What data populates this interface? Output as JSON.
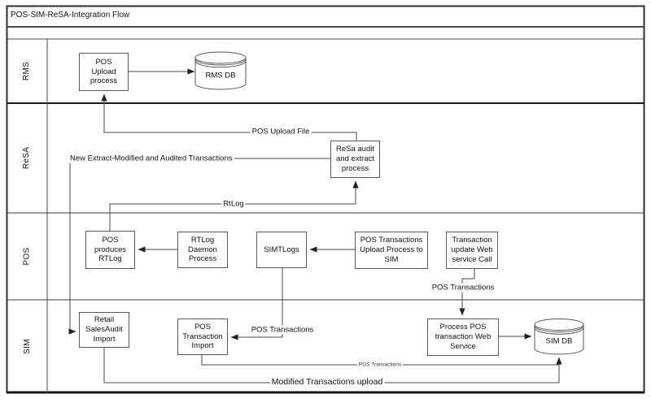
{
  "title": "POS-SIM-ReSA-Integration Flow",
  "lanes": [
    {
      "label": "RMS"
    },
    {
      "label": "ReSA"
    },
    {
      "label": "POS"
    },
    {
      "label": "SIM"
    }
  ],
  "nodes": {
    "pos_upload_process": {
      "label": "POS Upload process",
      "type": "process"
    },
    "rms_db": {
      "label": "RMS DB",
      "type": "database"
    },
    "resa_audit": {
      "label": "ReSa audit and extract process",
      "type": "process"
    },
    "pos_produces_rtlog": {
      "label": "POS produces RTLog",
      "type": "process"
    },
    "rtlog_daemon": {
      "label": "RTLog Daemon Process",
      "type": "process"
    },
    "simtlogs": {
      "label": "SIMTLogs",
      "type": "process"
    },
    "pos_trans_upload": {
      "label": "POS Transactions Upload Process to SIM",
      "type": "process"
    },
    "trans_update_ws": {
      "label": "Transaction update Web service Call",
      "type": "process"
    },
    "retail_salesaudit": {
      "label": "Retail SalesAudit Import",
      "type": "process"
    },
    "pos_trans_import": {
      "label": "POS Transaction Import",
      "type": "process"
    },
    "process_pos_ws": {
      "label": "Process POS transaction Web Service",
      "type": "process"
    },
    "sim_db": {
      "label": "SIM DB",
      "type": "database"
    }
  },
  "edge_labels": {
    "pos_upload_file": "POS Upload File",
    "new_extract": "New Extract-Modified and Audited Transactions",
    "rtlog": "RtLog",
    "pos_transactions_ws": "POS Transactions",
    "pos_transactions_import": "POS Transactions",
    "pos_transactions_small": "POS Transactions",
    "modified_upload": "Modified Transactions upload"
  },
  "colors": {
    "connector": "#4a4a4a",
    "box_border": "#595959",
    "frame": "#2e2e2e",
    "lane_divider_dark": "#1a1a1a",
    "text": "#111111",
    "background": "#ffffff"
  }
}
